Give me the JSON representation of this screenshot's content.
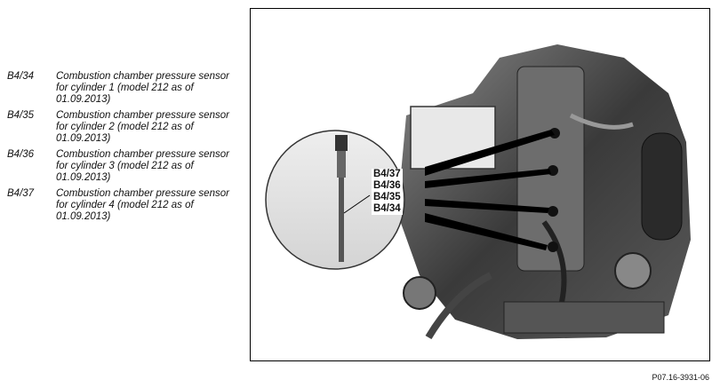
{
  "legend": {
    "items": [
      {
        "code": "B4/34",
        "description": "Combustion chamber pressure sensor for cylinder 1 (model 212 as of 01.09.2013)"
      },
      {
        "code": "B4/35",
        "description": "Combustion chamber pressure sensor for cylinder 2 (model 212 as of 01.09.2013)"
      },
      {
        "code": "B4/36",
        "description": "Combustion chamber pressure sensor for cylinder 3 (model 212 as of 01.09.2013)"
      },
      {
        "code": "B4/37",
        "description": "Combustion chamber pressure sensor for cylinder 4 (model 212 as of 01.09.2013)"
      }
    ]
  },
  "figure": {
    "callouts": [
      "B4/37",
      "B4/36",
      "B4/35",
      "B4/34"
    ],
    "figure_id": "P07.16-3931-06"
  }
}
